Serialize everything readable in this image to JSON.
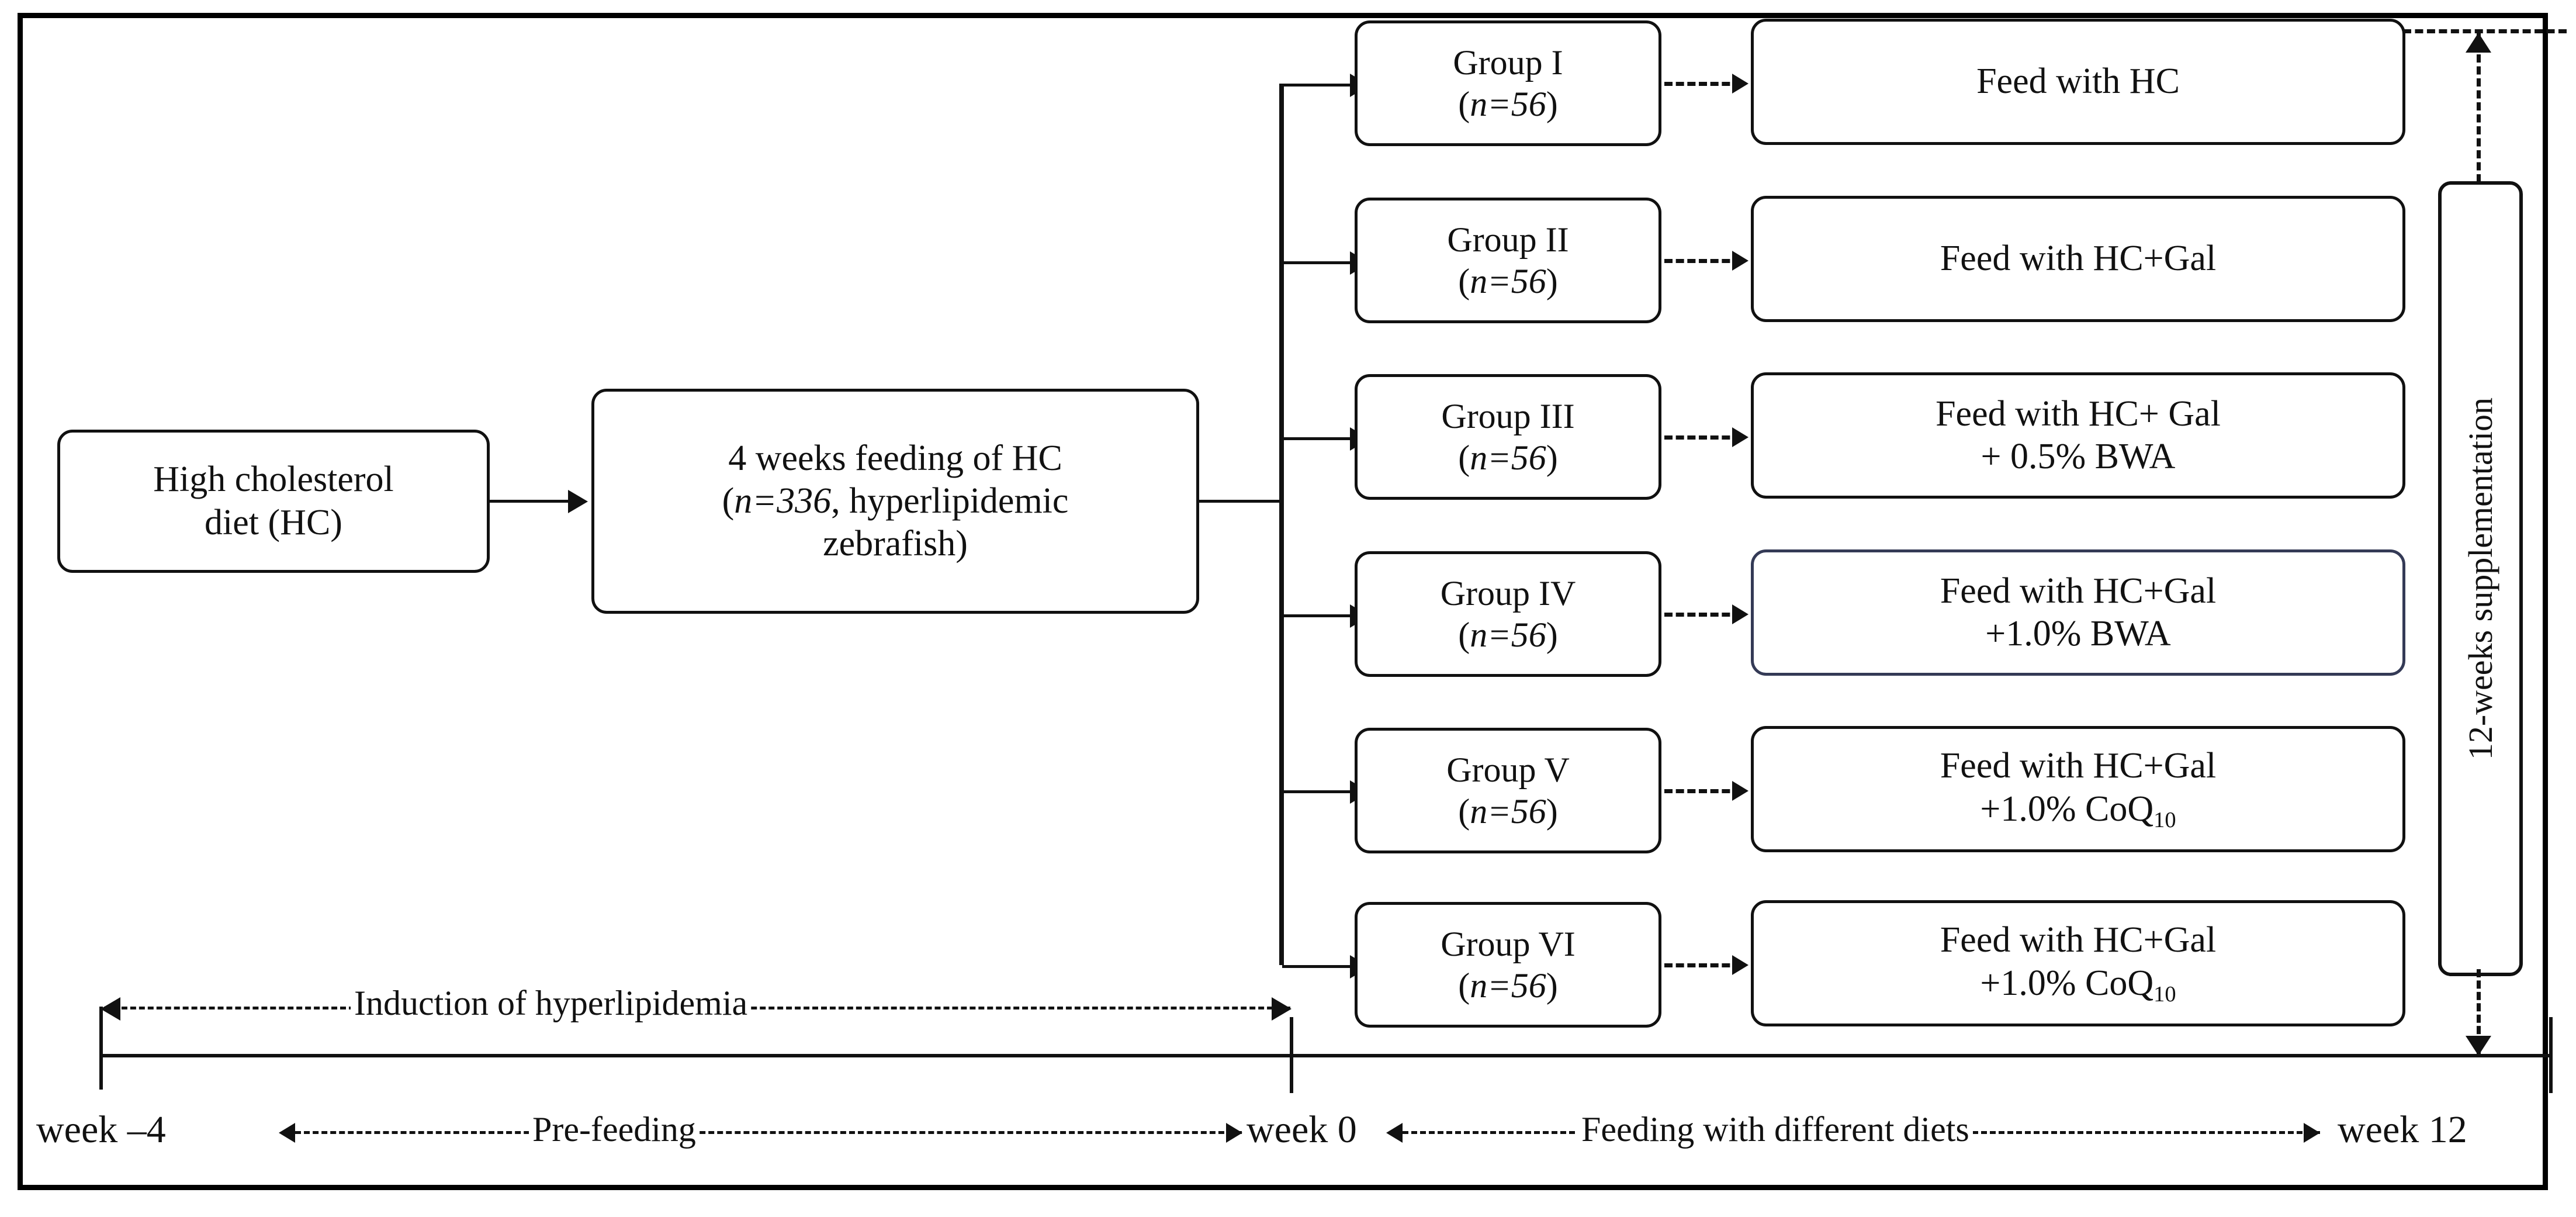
{
  "diagram": {
    "title": "Zebrafish high-cholesterol diet experimental design flowchart",
    "stage1": {
      "line1": "High cholesterol",
      "line2": "diet (HC)"
    },
    "stage2": {
      "line1": "4 weeks feeding of HC",
      "line2_pre": "(",
      "line2_italic": "n=336",
      "line2_post": ", hyperlipidemic",
      "line3": "zebrafish)"
    },
    "groups": [
      {
        "name": "Group I",
        "n_label": "n=56",
        "paren_open": "(",
        "paren_close": ")"
      },
      {
        "name": "Group II",
        "n_label": "n=56",
        "paren_open": "(",
        "paren_close": ")"
      },
      {
        "name": "Group III",
        "n_label": "n=56",
        "paren_open": "(",
        "paren_close": ")"
      },
      {
        "name": "Group IV",
        "n_label": "n=56",
        "paren_open": "(",
        "paren_close": ")"
      },
      {
        "name": "Group V",
        "n_label": "n=56",
        "paren_open": "(",
        "paren_close": ")"
      },
      {
        "name": "Group VI",
        "n_label": "n=56",
        "paren_open": "(",
        "paren_close": ")"
      }
    ],
    "treatments": [
      {
        "line1": "Feed with HC",
        "line2": "",
        "sub": "",
        "highlight": false
      },
      {
        "line1": "Feed with HC+Gal",
        "line2": "",
        "sub": "",
        "highlight": false
      },
      {
        "line1": "Feed with HC+ Gal",
        "line2": "+ 0.5% BWA",
        "sub": "",
        "highlight": false
      },
      {
        "line1": "Feed with HC+Gal",
        "line2": "+1.0% BWA",
        "sub": "",
        "highlight": true
      },
      {
        "line1": "Feed with HC+Gal",
        "line2": "+1.0% CoQ",
        "sub": "10",
        "highlight": false
      },
      {
        "line1": "Feed with HC+Gal",
        "line2": "+1.0% CoQ",
        "sub": "10",
        "highlight": false
      }
    ],
    "supplementation_label": "12-weeks supplementation",
    "timeline": {
      "induction_label": "Induction of hyperlipidemia",
      "week_start": "week –4",
      "prefeeding_label": "Pre-feeding",
      "week_zero": "week 0",
      "feeding_label": "Feeding with different diets",
      "week_end": "week 12"
    },
    "colors": {
      "stroke": "#111111",
      "highlight_border": "#343a56",
      "background": "#ffffff"
    }
  }
}
